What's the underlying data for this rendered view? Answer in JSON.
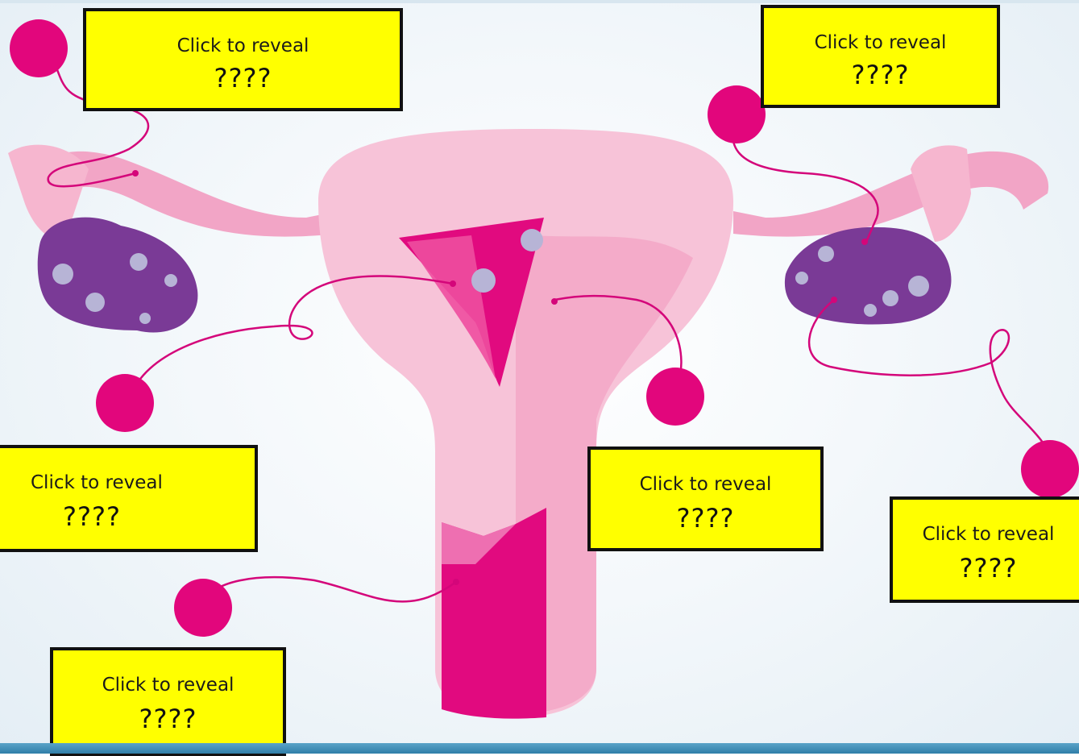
{
  "colors": {
    "uterus_light": "#f7c3d8",
    "uterus_mid": "#f2a5c6",
    "uterus_dark": "#e10a7f",
    "ovary": "#7a3a96",
    "follicle": "#b7b4d6",
    "marker": "#e2067c",
    "label_bg": "#ffff00",
    "label_border": "#111111"
  },
  "labels": [
    {
      "id": "label-top-left",
      "prompt": "Click to reveal",
      "answer": "????"
    },
    {
      "id": "label-top-right",
      "prompt": "Click to reveal",
      "answer": "????"
    },
    {
      "id": "label-mid-left",
      "prompt": "Click to reveal",
      "answer": "????"
    },
    {
      "id": "label-mid-center",
      "prompt": "Click to reveal",
      "answer": "????"
    },
    {
      "id": "label-mid-right",
      "prompt": "Click to reveal",
      "answer": "????"
    },
    {
      "id": "label-bottom-left",
      "prompt": "Click to reveal",
      "answer": "????"
    }
  ]
}
